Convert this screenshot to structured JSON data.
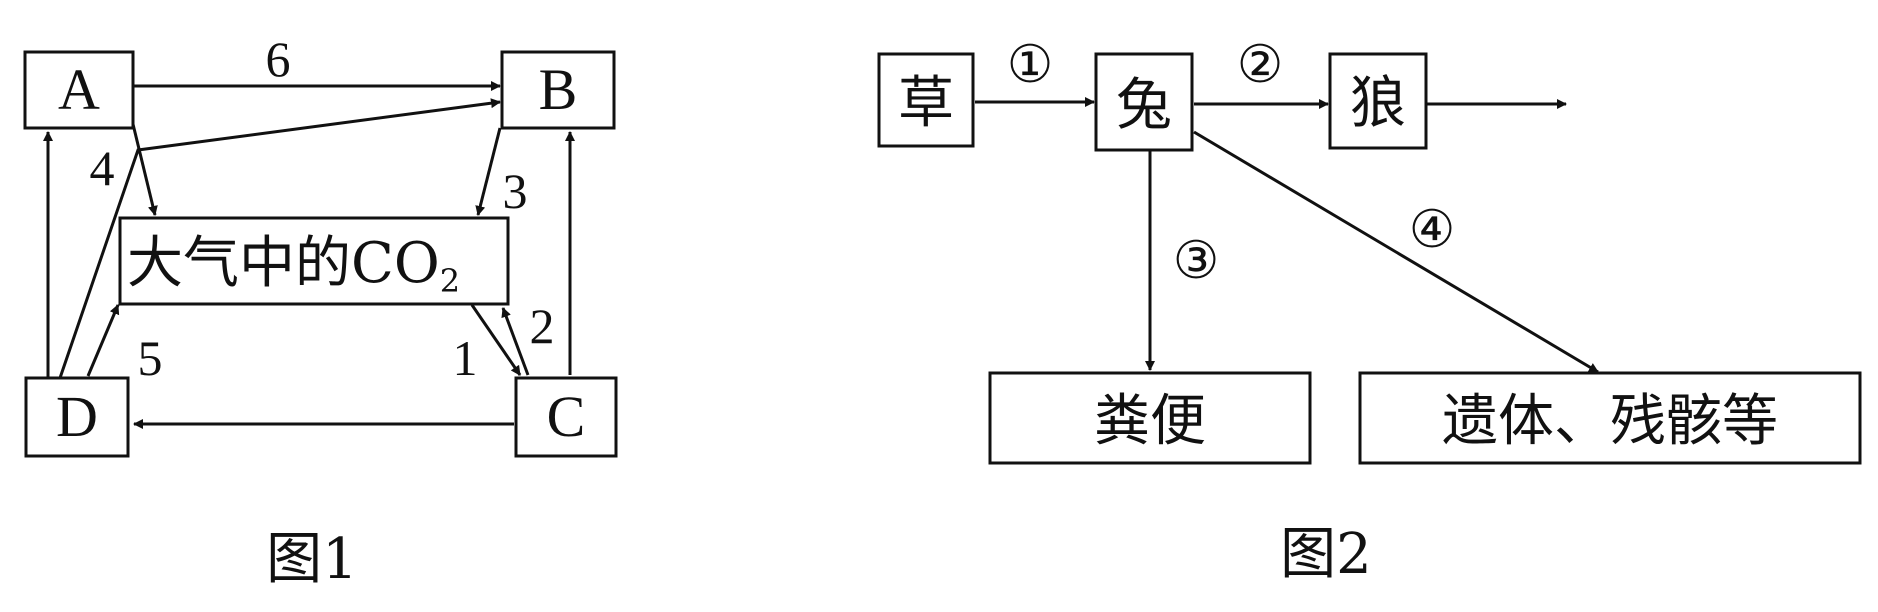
{
  "figure1": {
    "caption": "图1",
    "nodes": {
      "A": "A",
      "B": "B",
      "C": "C",
      "D": "D"
    },
    "co2_box": {
      "main": "大气中的CO",
      "sub": "2"
    },
    "arrow_labels": {
      "n1": "1",
      "n2": "2",
      "n3": "3",
      "n4": "4",
      "n5": "5",
      "n6": "6"
    }
  },
  "figure2": {
    "caption": "图2",
    "nodes": {
      "grass": "草",
      "rabbit": "兔",
      "wolf": "狼",
      "feces": "粪便",
      "remains": "遗体、残骸等"
    },
    "arrow_labels": {
      "c1": "①",
      "c2": "②",
      "c3": "③",
      "c4": "④"
    }
  }
}
